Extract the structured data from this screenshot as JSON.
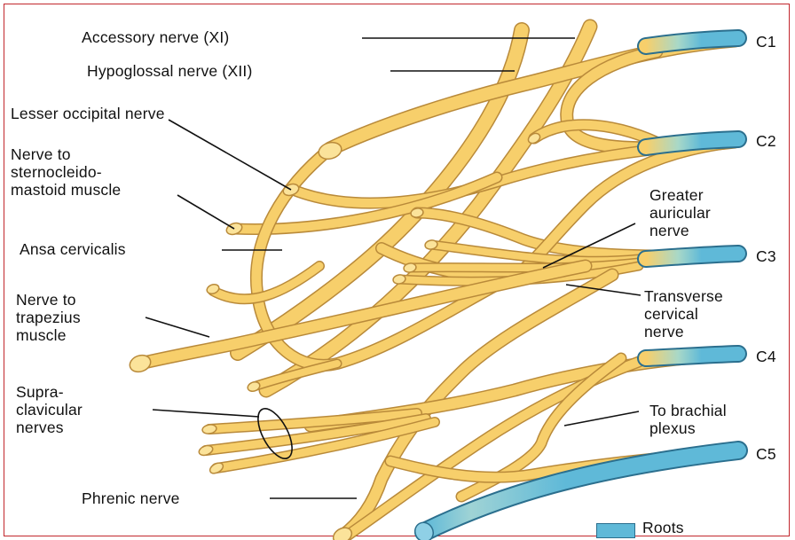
{
  "labels": {
    "accessory": "Accessory nerve (XI)",
    "hypoglossal": "Hypoglossal nerve (XII)",
    "lesser_occipital": "Lesser occipital nerve",
    "nerve_scm": "Nerve to\nsternocleido-\nmastoid muscle",
    "ansa": "Ansa cervicalis",
    "nerve_trapezius": "Nerve to\ntrapezius\nmuscle",
    "supraclavicular": "Supra-\nclavicular\nnerves",
    "phrenic": "Phrenic nerve",
    "greater_auricular": "Greater\nauricular\nnerve",
    "transverse_cervical": "Transverse\ncervical\nnerve",
    "brachial": "To brachial\nplexus"
  },
  "roots": [
    "C1",
    "C2",
    "C3",
    "C4",
    "C5"
  ],
  "legend": {
    "label": "Roots"
  },
  "colors": {
    "nerve": "#f7cf6b",
    "nerve_outline": "#b98a3a",
    "root": "#5fb9d8",
    "frame": "#c2272d"
  }
}
